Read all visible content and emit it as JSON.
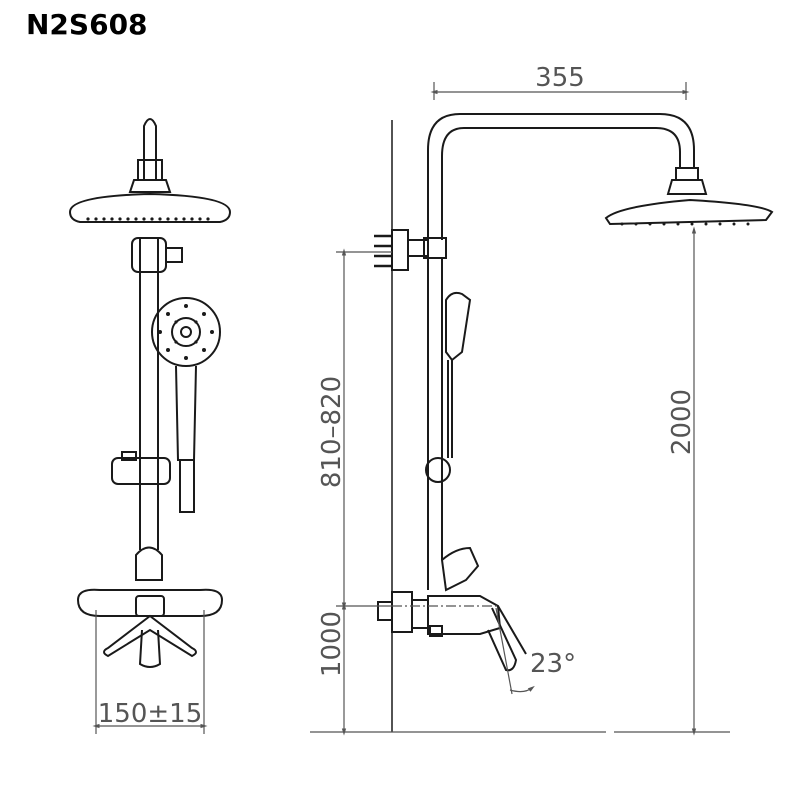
{
  "model_code": "N2S608",
  "dimensions": {
    "width_top": "355",
    "total_height": "2000",
    "slide_range": "810–820",
    "mixer_height": "1000",
    "inlet_spacing": "150±15",
    "lever_angle": "23°"
  },
  "colors": {
    "line": "#1a1a1a",
    "dim_line": "#555555",
    "background": "#ffffff"
  }
}
